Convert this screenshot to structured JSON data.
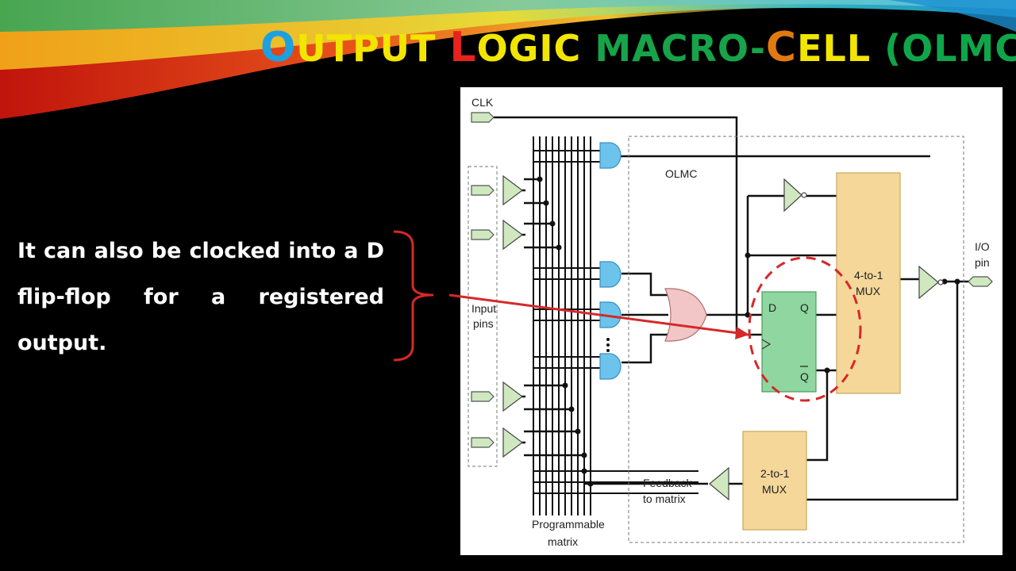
{
  "title": {
    "o_initial": "O",
    "o_rest": "UTPUT ",
    "l_initial": "L",
    "l_rest": "OGIC ",
    "macro": "MACRO-",
    "c_initial": "C",
    "c_rest": "ELL ",
    "abbr": "(OLMC)."
  },
  "body_text": "It can also be clocked into a D flip-flop for a registered output.",
  "diagram": {
    "clk_label": "CLK",
    "olmc_label": "OLMC",
    "input_pins_line1": "Input",
    "input_pins_line2": "pins",
    "ff_d": "D",
    "ff_q": "Q",
    "ff_qbar": "Q",
    "mux4_line1": "4-to-1",
    "mux4_line2": "MUX",
    "mux2_line1": "2-to-1",
    "mux2_line2": "MUX",
    "io_line1": "I/O",
    "io_line2": "pin",
    "feedback_line1": "Feedback",
    "feedback_line2": "to matrix",
    "matrix_line1": "Programmable",
    "matrix_line2": "matrix"
  },
  "colors": {
    "background": "#000000",
    "title_o": "#1ba1e2",
    "title_yellow": "#f2e600",
    "title_l": "#e8231f",
    "title_green": "#16a34a",
    "title_c": "#e07a10",
    "annotation_red": "#d62828",
    "mux_fill": "#f5d79a",
    "flipflop_fill": "#8fd6a0",
    "gate_blue": "#6cc4ec",
    "or_gate_pink": "#f2c6c6",
    "buffer_green": "#cfe8c0"
  }
}
